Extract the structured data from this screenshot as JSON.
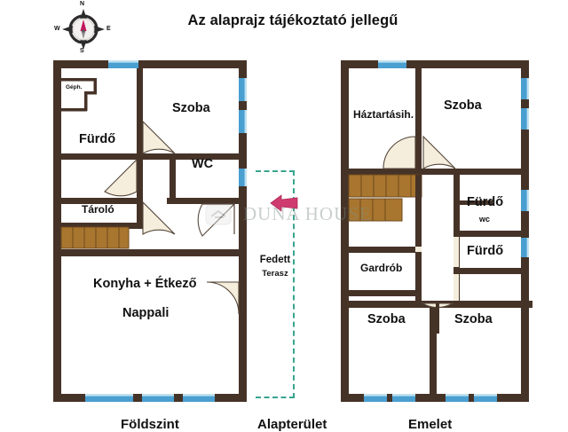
{
  "header": {
    "title": "Az alaprajz tájékoztató jellegű"
  },
  "compass": {
    "north": "N",
    "east": "E",
    "south": "S",
    "west": "W",
    "needle_color": "#c2185b"
  },
  "colors": {
    "wall": "#463328",
    "window": "#4a9fd1",
    "window_frame": "#bfe2f0",
    "stairs": "#a9762f",
    "stairs_edge": "#6d4a1c",
    "door_leaf": "#f5eedd",
    "door_line": "#55463a",
    "terrace_dash": "#38a58f",
    "arrow": "#cf3b6e",
    "background": "#ffffff",
    "text": "#111111"
  },
  "watermark": {
    "text": "DUNA HOUSE",
    "icon": "house-key-icon"
  },
  "ground_floor": {
    "name": "ground-floor-plan",
    "rooms": [
      {
        "key": "geph",
        "label": "Géph.",
        "size": "xs"
      },
      {
        "key": "furdo",
        "label": "Fürdő",
        "size": "big"
      },
      {
        "key": "szoba",
        "label": "Szoba",
        "size": "big"
      },
      {
        "key": "wc",
        "label": "WC",
        "size": "big"
      },
      {
        "key": "tarolo",
        "label": "Tároló",
        "size": "mid"
      },
      {
        "key": "konyha",
        "label": "Konyha + Étkező",
        "size": "big"
      },
      {
        "key": "nappali",
        "label": "Nappali",
        "size": "big"
      }
    ],
    "terrace": {
      "line1": "Fedett",
      "line2": "Terasz"
    }
  },
  "upper_floor": {
    "name": "upper-floor-plan",
    "rooms": [
      {
        "key": "haztartasi",
        "label": "Háztartásih.",
        "size": "mid"
      },
      {
        "key": "szoba1",
        "label": "Szoba",
        "size": "big"
      },
      {
        "key": "furdo1",
        "label": "Fürdő",
        "size": "big"
      },
      {
        "key": "wc",
        "label": "wc",
        "size": "wc"
      },
      {
        "key": "furdo2",
        "label": "Fürdő",
        "size": "big"
      },
      {
        "key": "gardrob",
        "label": "Gardrób",
        "size": "mid"
      },
      {
        "key": "szoba2",
        "label": "Szoba",
        "size": "big"
      },
      {
        "key": "szoba3",
        "label": "Szoba",
        "size": "big"
      }
    ]
  },
  "captions": {
    "left": "Földszint",
    "middle": "Alapterület",
    "right": "Emelet"
  }
}
